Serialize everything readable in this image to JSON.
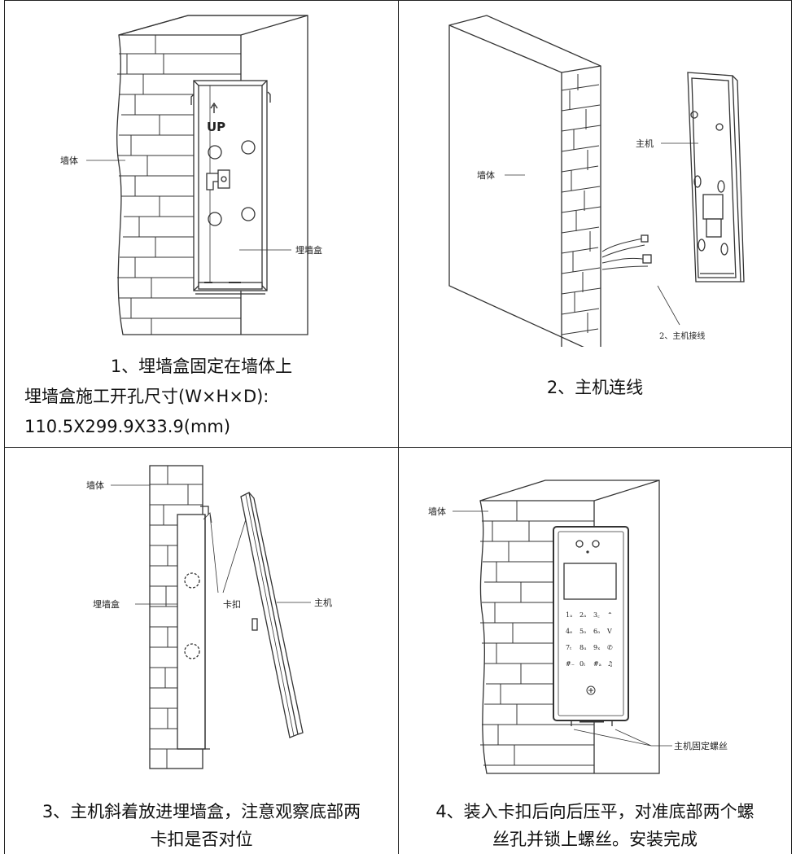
{
  "step1": {
    "labels": {
      "wall": "墙体",
      "box": "埋墙盒",
      "up": "UP"
    },
    "caption": "1、埋墙盒固定在墙体上",
    "size_label": "埋墙盒施工开孔尺寸(W×H×D):",
    "size_value": "110.5X299.9X33.9(mm)"
  },
  "step2": {
    "labels": {
      "wall": "墙体",
      "host": "主机",
      "wiring": "2、主机接线"
    },
    "caption": "2、主机连线"
  },
  "step3": {
    "labels": {
      "wall": "墙体",
      "clip": "卡扣",
      "box": "埋墙盒",
      "host": "主机"
    },
    "caption_line1": "3、主机斜着放进埋墙盒，注意观察底部两",
    "caption_line2": "卡扣是否对位"
  },
  "step4": {
    "labels": {
      "wall": "墙体",
      "screw": "主机固定螺丝"
    },
    "keypad": [
      "1ₐ",
      "2ₐ",
      "3꜀",
      "⌃",
      "4ₑ",
      "5ₒ",
      "6ₒ",
      "V",
      "7ₜ",
      "8ᵤ",
      "9ₓ",
      "✆",
      "#₋",
      "0ₗ",
      "#ₐ",
      "♫"
    ],
    "caption_line1": "4、装入卡扣后向后压平，对准底部两个螺",
    "caption_line2": "丝孔并锁上螺丝。安装完成"
  }
}
